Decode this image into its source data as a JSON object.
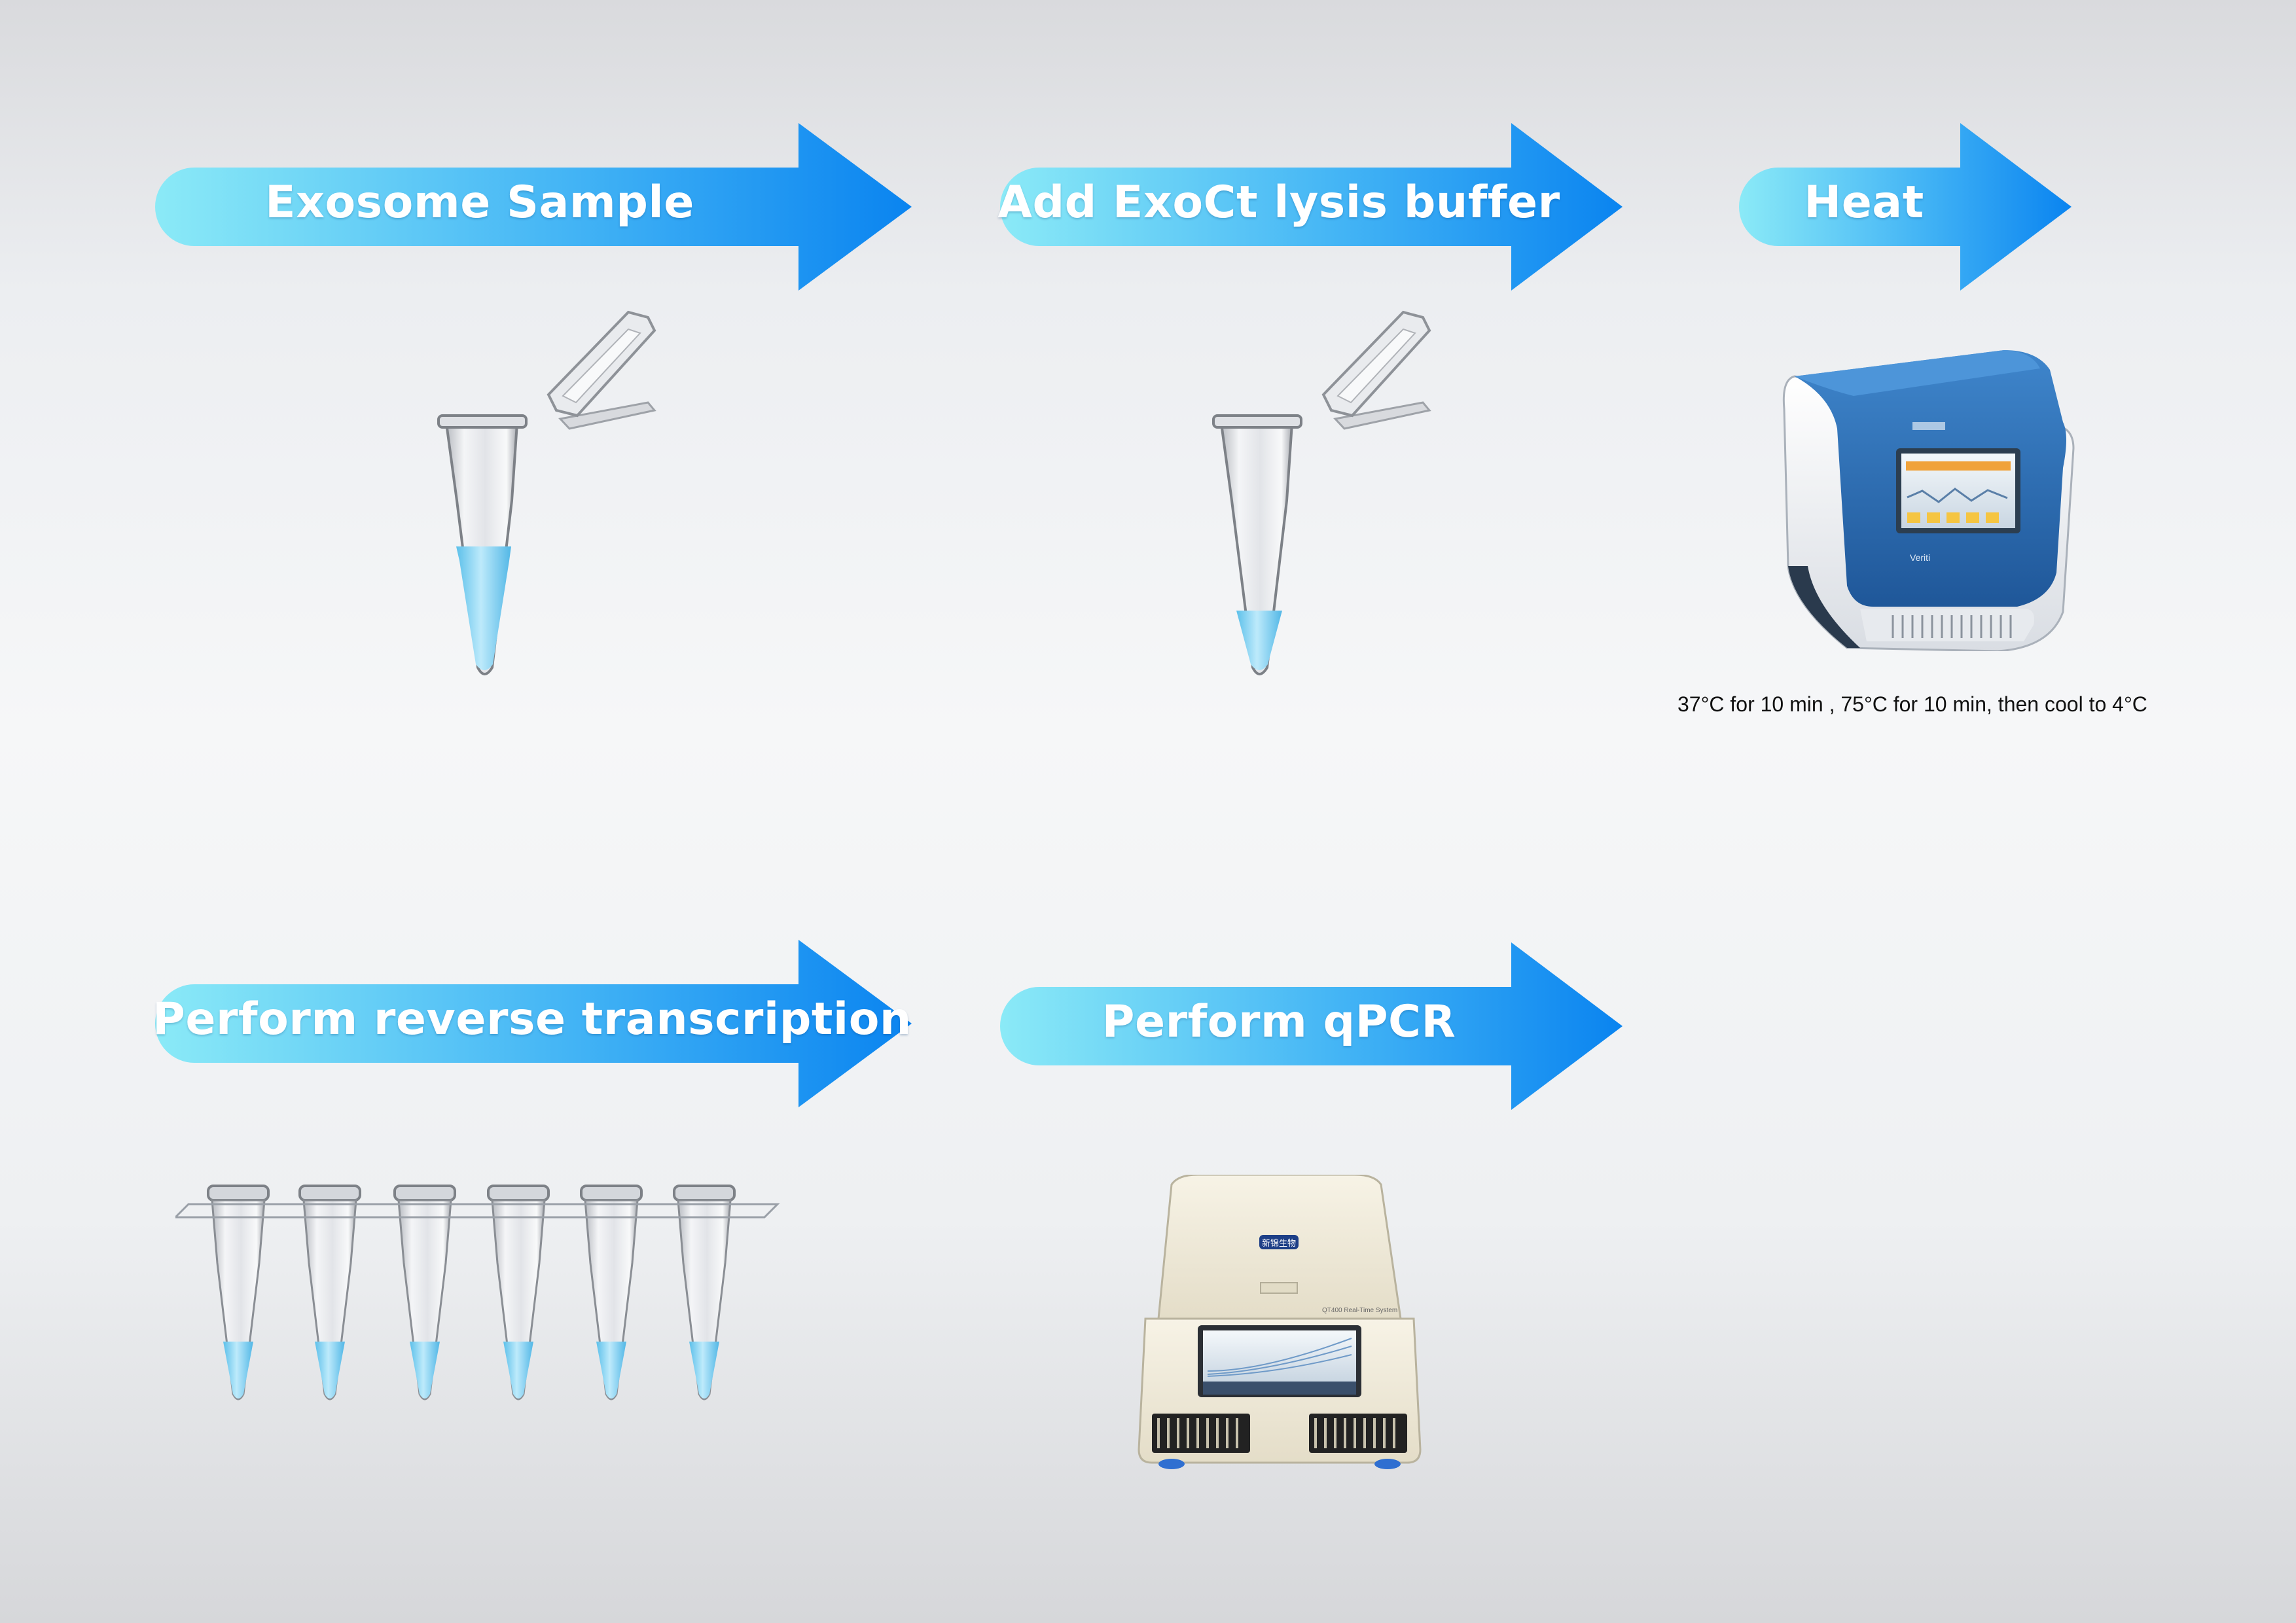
{
  "steps": [
    {
      "label": "Exosome Sample"
    },
    {
      "label": "Add ExoCt lysis buffer"
    },
    {
      "label": "Heat"
    },
    {
      "label": "Perform reverse transcription"
    },
    {
      "label": "Perform qPCR"
    }
  ],
  "heat_note": "37°C for 10 min , 75°C for 10 min, then cool to 4°C",
  "instrument_texts": {
    "cycler_screen_label": "Veriti",
    "qpcr_badge": "新锦生物",
    "qpcr_model": "QT400 Real-Time System"
  },
  "colors": {
    "arrow_start": "#8beaf7",
    "arrow_end": "#0a84f0",
    "liquid": "#7fd2f2",
    "cycler_blue": "#2b6cb3"
  }
}
